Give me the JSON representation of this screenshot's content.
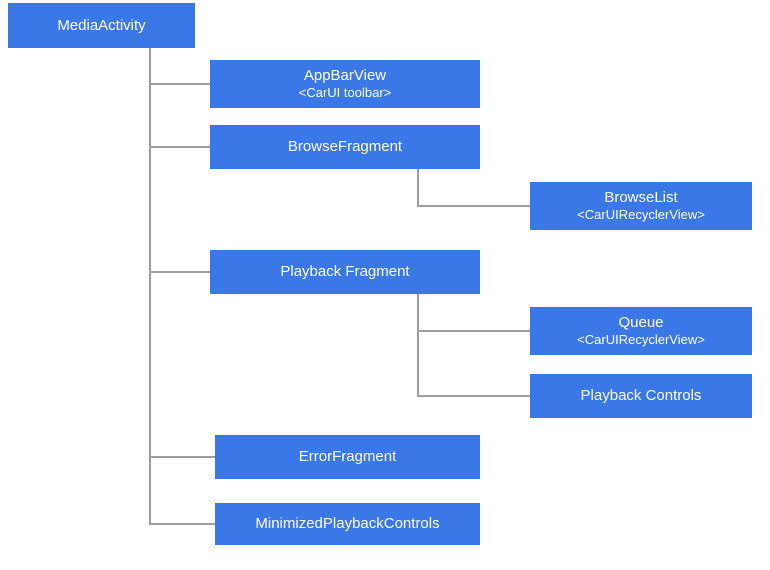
{
  "nodes": {
    "media_activity": {
      "label": "MediaActivity"
    },
    "app_bar_view": {
      "label": "AppBarView",
      "sublabel": "<CarUI toolbar>"
    },
    "browse_fragment": {
      "label": "BrowseFragment"
    },
    "browse_list": {
      "label": "BrowseList",
      "sublabel": "<CarUIRecyclerView>"
    },
    "playback_fragment": {
      "label": "Playback Fragment"
    },
    "queue": {
      "label": "Queue",
      "sublabel": "<CarUIRecyclerView>"
    },
    "playback_controls": {
      "label": "Playback Controls"
    },
    "error_fragment": {
      "label": "ErrorFragment"
    },
    "minimized_playback_controls": {
      "label": "MinimizedPlaybackControls"
    }
  },
  "colors": {
    "node_fill": "#3b78e7",
    "node_text": "#ffffff",
    "connector": "#9e9e9e",
    "background": "#ffffff"
  }
}
